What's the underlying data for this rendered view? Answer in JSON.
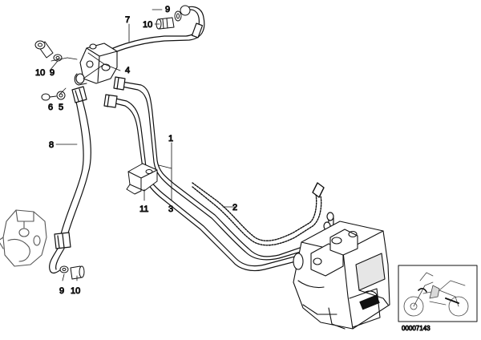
{
  "diagram": {
    "labels": {
      "p1": "1",
      "p2": "2",
      "p3": "3",
      "p4": "4",
      "p5": "5",
      "p6a": "6",
      "p6b": "6",
      "p7": "7",
      "p8": "8",
      "p9a": "9",
      "p9b": "9",
      "p9c": "9",
      "p10a": "10",
      "p10b": "10",
      "p10c": "10",
      "p11": "11"
    },
    "drawing_number": "00007143"
  },
  "colors": {
    "line": "#111111",
    "fill": "#ffffff",
    "shade": "#d9d9d9"
  }
}
